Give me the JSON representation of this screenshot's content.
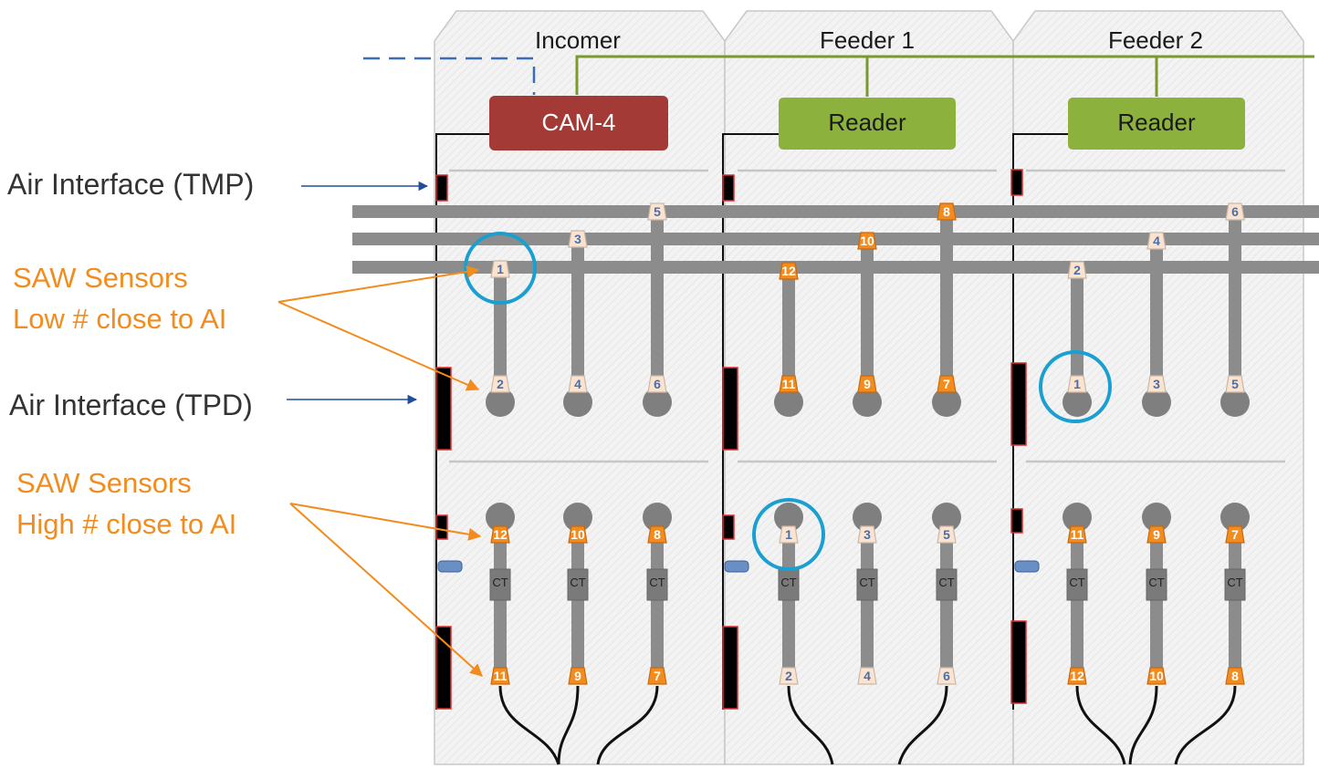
{
  "panels": [
    {
      "title": "Incomer",
      "device": "CAM-4"
    },
    {
      "title": "Feeder 1",
      "device": "Reader"
    },
    {
      "title": "Feeder 2",
      "device": "Reader"
    }
  ],
  "labels": {
    "air_tmp": "Air Interface (TMP)",
    "air_tpd": "Air Interface (TPD)",
    "saw_low_1": "SAW Sensors",
    "saw_low_2": "Low # close to AI",
    "saw_high_1": "SAW Sensors",
    "saw_high_2": "High # close to AI",
    "ct": "CT"
  },
  "sensors": {
    "incomer": {
      "upper_top": [
        "1",
        "3",
        "5"
      ],
      "upper_bottom": [
        "2",
        "4",
        "6"
      ],
      "lower_top": [
        "12",
        "10",
        "8"
      ],
      "lower_bottom": [
        "11",
        "9",
        "7"
      ]
    },
    "feeder1": {
      "upper_top": [
        "12",
        "10",
        "8"
      ],
      "upper_bottom": [
        "11",
        "9",
        "7"
      ],
      "lower_top": [
        "1",
        "3",
        "5"
      ],
      "lower_bottom": [
        "2",
        "4",
        "6"
      ]
    },
    "feeder2": {
      "upper_top": [
        "2",
        "4",
        "6"
      ],
      "upper_bottom": [
        "1",
        "3",
        "5"
      ],
      "lower_top": [
        "11",
        "9",
        "7"
      ],
      "lower_bottom": [
        "12",
        "10",
        "8"
      ]
    }
  },
  "colors": {
    "cam": "#a33a35",
    "reader": "#8db13d",
    "orange": "#f28c1e",
    "highlight": "#1a9fd0",
    "busbar": "#8c8c8c",
    "panel_bg": "#f2f2f2"
  }
}
